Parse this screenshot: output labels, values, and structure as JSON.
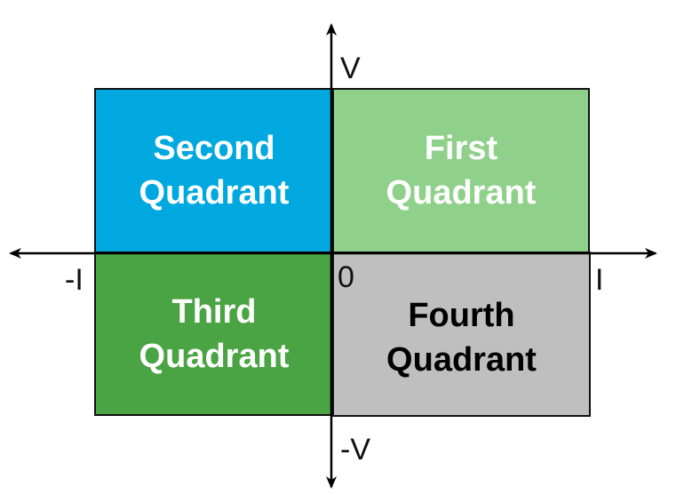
{
  "quadrants": {
    "first": {
      "line1": "First",
      "line2": "Quadrant",
      "fill": "#8fd18a",
      "text_color": "#ffffff"
    },
    "second": {
      "line1": "Second",
      "line2": "Quadrant",
      "fill": "#00a8e0",
      "text_color": "#ffffff"
    },
    "third": {
      "line1": "Third",
      "line2": "Quadrant",
      "fill": "#4aa443",
      "text_color": "#ffffff"
    },
    "fourth": {
      "line1": "Fourth",
      "line2": "Quadrant",
      "fill": "#bfbfbf",
      "text_color": "#000000"
    }
  },
  "axes": {
    "positive_y": "V",
    "negative_y": "-V",
    "positive_x": "I",
    "negative_x": "-I",
    "origin": "0",
    "color": "#000000"
  }
}
